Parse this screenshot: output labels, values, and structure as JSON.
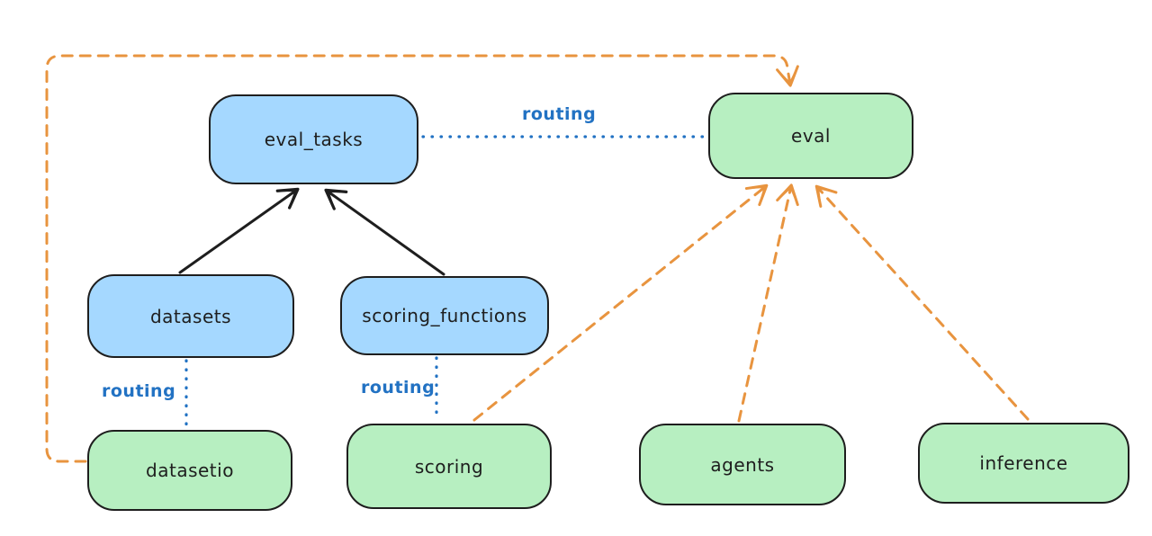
{
  "colors": {
    "background": "#ffffff",
    "node-border": "#1e1e1e",
    "blue-fill": "#a5d8ff",
    "green-fill": "#b7efc1",
    "routing-blue": "#2272c3",
    "orange": "#e8943f",
    "black-edge": "#1e1e1e"
  },
  "diagram": {
    "nodes": [
      {
        "id": "eval_tasks",
        "label": "eval_tasks",
        "color": "blue"
      },
      {
        "id": "eval",
        "label": "eval",
        "color": "green"
      },
      {
        "id": "datasets",
        "label": "datasets",
        "color": "blue"
      },
      {
        "id": "scoring_functions",
        "label": "scoring_functions",
        "color": "blue"
      },
      {
        "id": "datasetio",
        "label": "datasetio",
        "color": "green"
      },
      {
        "id": "scoring",
        "label": "scoring",
        "color": "green"
      },
      {
        "id": "agents",
        "label": "agents",
        "color": "green"
      },
      {
        "id": "inference",
        "label": "inference",
        "color": "green"
      }
    ],
    "edge_labels": {
      "top_routing": "routing",
      "datasets_routing": "routing",
      "scoring_routing": "routing"
    },
    "edges": [
      {
        "from": "datasets",
        "to": "eval_tasks",
        "style": "solid-black-arrow"
      },
      {
        "from": "scoring_functions",
        "to": "eval_tasks",
        "style": "solid-black-arrow"
      },
      {
        "from": "eval_tasks",
        "to": "eval",
        "style": "dotted-blue",
        "label": "routing"
      },
      {
        "from": "datasets",
        "to": "datasetio",
        "style": "dotted-blue",
        "label": "routing"
      },
      {
        "from": "scoring_functions",
        "to": "scoring",
        "style": "dotted-blue",
        "label": "routing"
      },
      {
        "from": "datasetio",
        "to": "eval",
        "style": "dashed-orange-arrow"
      },
      {
        "from": "scoring",
        "to": "eval",
        "style": "dashed-orange-arrow"
      },
      {
        "from": "agents",
        "to": "eval",
        "style": "dashed-orange-arrow"
      },
      {
        "from": "inference",
        "to": "eval",
        "style": "dashed-orange-arrow"
      }
    ]
  }
}
